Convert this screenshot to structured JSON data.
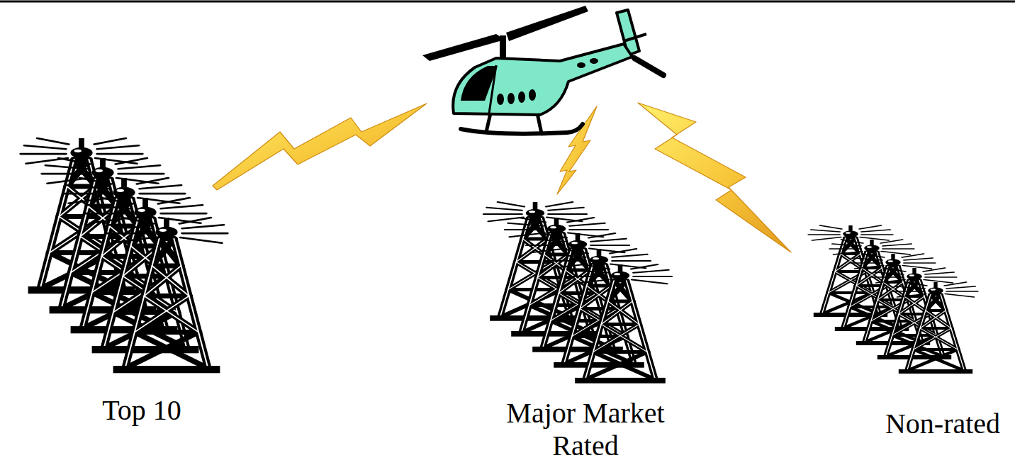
{
  "diagram": {
    "labels": [
      "Top 10",
      "Major Market Rated",
      "Non-rated"
    ]
  }
}
